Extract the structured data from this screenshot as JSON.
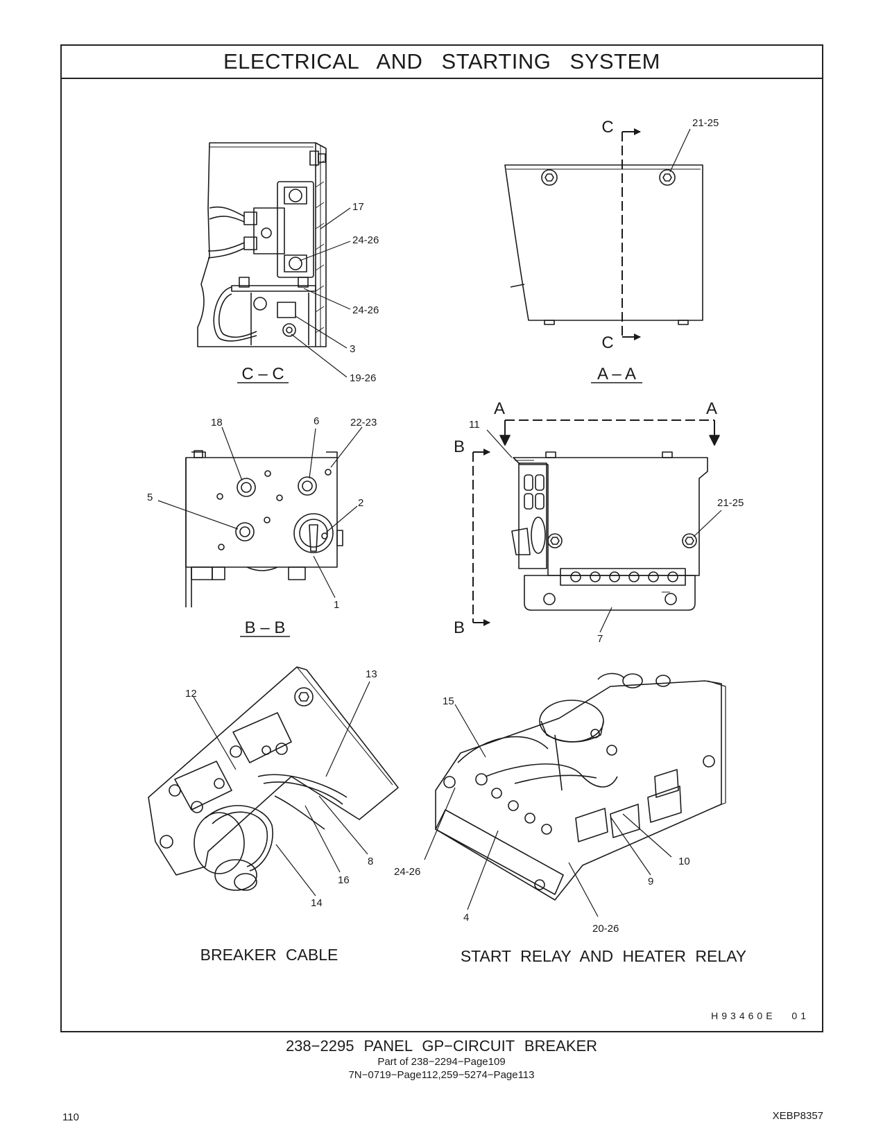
{
  "header": {
    "title": "ELECTRICAL   AND   STARTING   SYSTEM"
  },
  "views": {
    "cc": {
      "label": "C – C",
      "callouts": [
        "17",
        "24-26",
        "24-26",
        "3",
        "19-26"
      ]
    },
    "aa": {
      "label": "A – A",
      "section_marks": [
        "C",
        "C"
      ],
      "callouts": [
        "21-25"
      ]
    },
    "bb": {
      "label": "B – B",
      "callouts": [
        "18",
        "6",
        "22-23",
        "5",
        "2",
        "1"
      ]
    },
    "plan": {
      "section_marks": [
        "A",
        "A",
        "B",
        "B"
      ],
      "callouts": [
        "11",
        "21-25",
        "7"
      ]
    },
    "breaker_cable": {
      "caption": "BREAKER   CABLE",
      "callouts": [
        "12",
        "13",
        "8",
        "16",
        "14"
      ]
    },
    "relays": {
      "caption": "START   RELAY   AND   HEATER   RELAY",
      "callouts": [
        "15",
        "24-26",
        "4",
        "20-26",
        "9",
        "10"
      ]
    }
  },
  "illustration_id": "H93460E   01",
  "footer": {
    "title": "238−2295   PANEL  GP−CIRCUIT  BREAKER",
    "line1": "Part of 238−2294−Page109",
    "line2": "7N−0719−Page112,259−5274−Page113",
    "page_number": "110",
    "document_number": "XEBP8357"
  }
}
